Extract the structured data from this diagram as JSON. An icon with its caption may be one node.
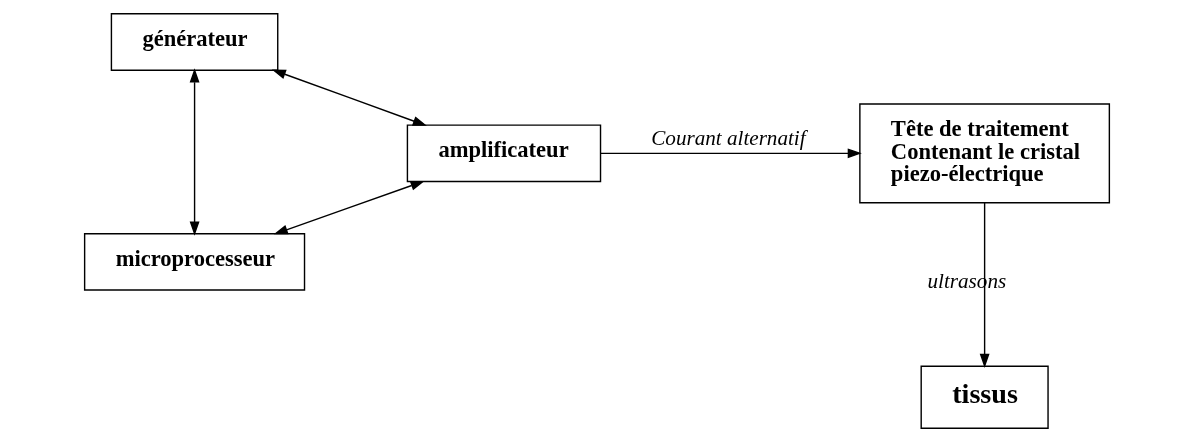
{
  "diagram": {
    "nodes": [
      {
        "text": [
          "générateur"
        ]
      },
      {
        "text": [
          "amplificateur"
        ]
      },
      {
        "text": [
          "Tête de traitement Contenant le cristal piezo-électrique"
        ]
      },
      {
        "text": [
          "microprocesseur"
        ]
      },
      {
        "text": [
          "tissus"
        ]
      }
    ],
    "edges": [
      {
        "from": 0,
        "to": 1,
        "arrow": "both"
      },
      {
        "from": 1,
        "to": 2,
        "arrow": "to",
        "label": "Courant alternatif"
      },
      {
        "from": 0,
        "to": 3,
        "arrow": "both"
      },
      {
        "from": 1,
        "to": 3,
        "arrow": "both"
      },
      {
        "from": 2,
        "to": 4,
        "arrow": "to",
        "label": "ultrasons"
      }
    ]
  }
}
